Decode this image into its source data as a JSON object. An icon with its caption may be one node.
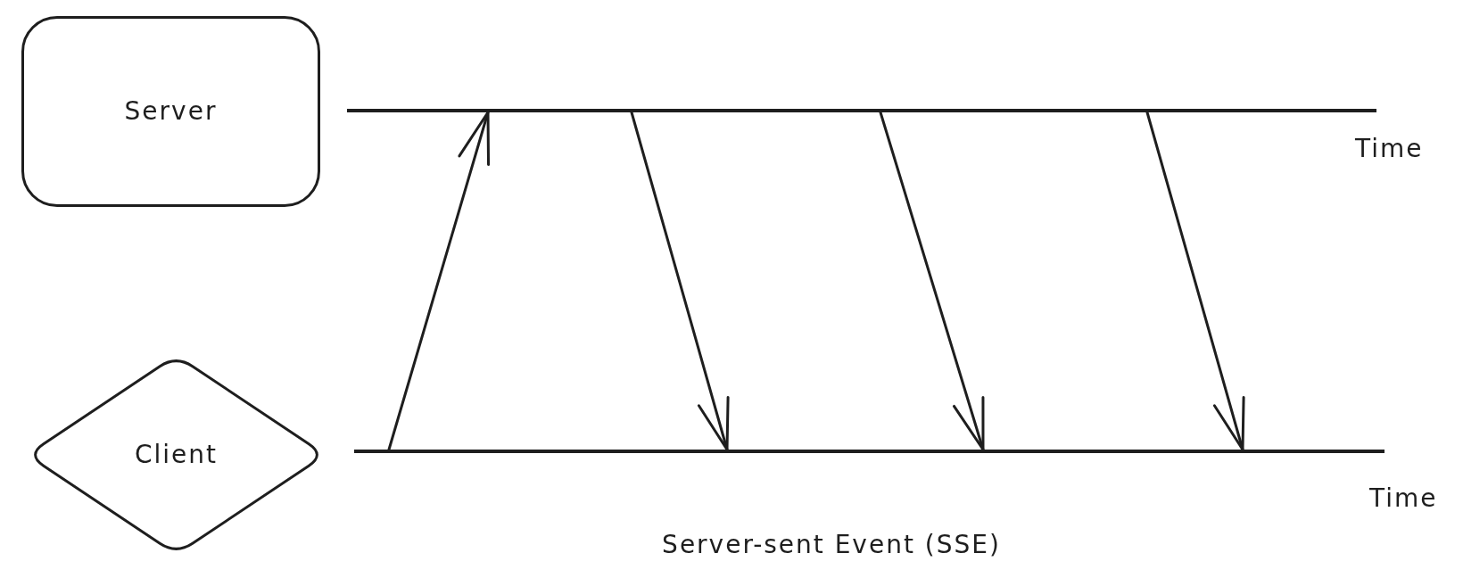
{
  "diagram": {
    "caption": "Server-sent Event (SSE)",
    "nodes": [
      {
        "text": [
          "Server"
        ]
      },
      {
        "text": [],
        "shape": "line",
        "beside": [
          "Time"
        ]
      },
      {
        "text": [
          "Client"
        ]
      },
      {
        "text": [],
        "shape": "line",
        "beside": [
          "Time"
        ]
      }
    ],
    "edges": [
      {
        "from": 3,
        "to": 1,
        "arrow": "to"
      },
      {
        "from": 1,
        "to": 3,
        "arrow": "to"
      },
      {
        "from": 1,
        "to": 3,
        "arrow": "to"
      },
      {
        "from": 1,
        "to": 3,
        "arrow": "to"
      }
    ]
  }
}
